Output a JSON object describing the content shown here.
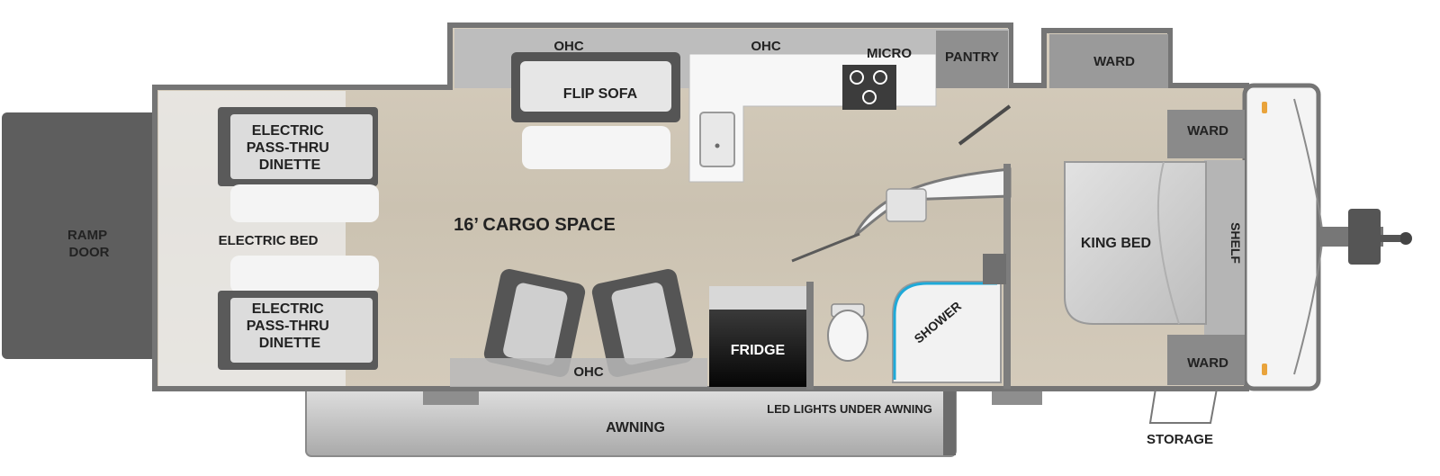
{
  "labels": {
    "ramp_door": [
      "RAMP",
      "DOOR"
    ],
    "dinette_top": [
      "ELECTRIC",
      "PASS-THRU",
      "DINETTE"
    ],
    "dinette_bottom": [
      "ELECTRIC",
      "PASS-THRU",
      "DINETTE"
    ],
    "electric_bed": "ELECTRIC BED",
    "cargo_space": "16’ CARGO SPACE",
    "ohc_left": "OHC",
    "ohc_mid": "OHC",
    "ohc_bottom": "OHC",
    "flip_sofa": "FLIP SOFA",
    "micro": "MICRO",
    "pantry": "PANTRY",
    "ward_top": "WARD",
    "ward_right_top": "WARD",
    "ward_right_bottom": "WARD",
    "king_bed": "KING BED",
    "shelf": "SHELF",
    "fridge": "FRIDGE",
    "shower": "SHOWER",
    "led_lights": "LED LIGHTS UNDER AWNING",
    "awning": "AWNING",
    "storage": "STORAGE"
  },
  "colors": {
    "floor": "#cfc6b6",
    "wall": "#7d7d7d",
    "ramp": "#5e5e5e",
    "awning": "#c9c9c9",
    "cabinet": "#b8b8b8",
    "fridge": "#111111"
  },
  "icons": [
    "toilet-icon",
    "sink-icon",
    "stove-icon",
    "hitch-icon",
    "chair-icon"
  ]
}
